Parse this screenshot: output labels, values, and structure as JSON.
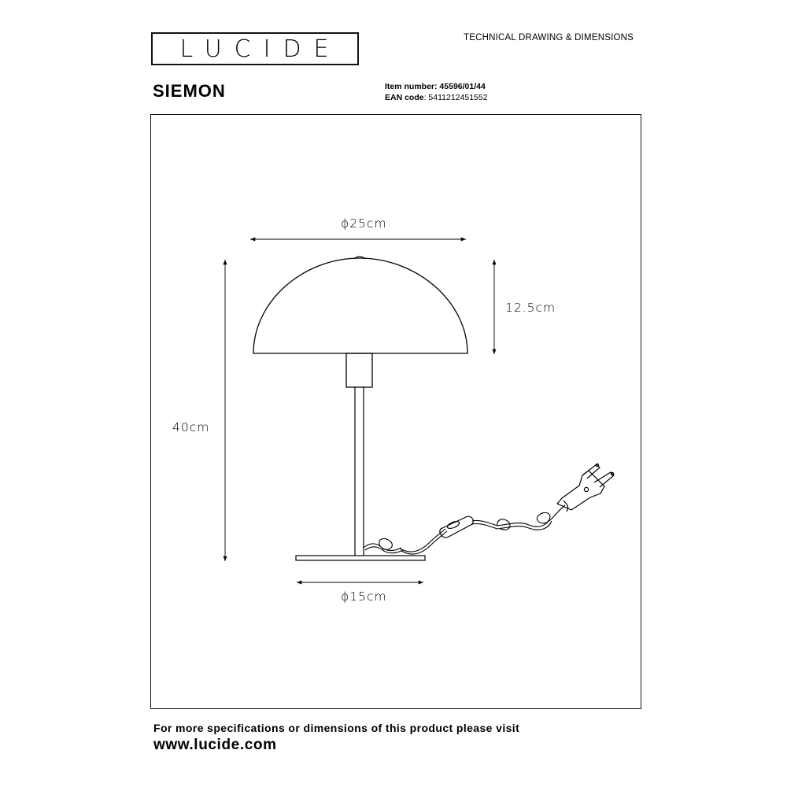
{
  "brand": {
    "logo_text": "LUCIDE"
  },
  "header": {
    "doc_title": "TECHNICAL DRAWING & DIMENSIONS"
  },
  "product": {
    "name": "SIEMON",
    "item_number_label": "Item number",
    "item_number": ": 45596/01/44",
    "ean_label": "EAN code",
    "ean": ": 5411212451552"
  },
  "dimensions": {
    "shade_diameter": "ϕ25cm",
    "shade_height": "12.5cm",
    "total_height": "40cm",
    "base_diameter": "ϕ15cm"
  },
  "footer": {
    "note": "For more specifications or dimensions of this product please visit",
    "url": "www.lucide.com"
  }
}
